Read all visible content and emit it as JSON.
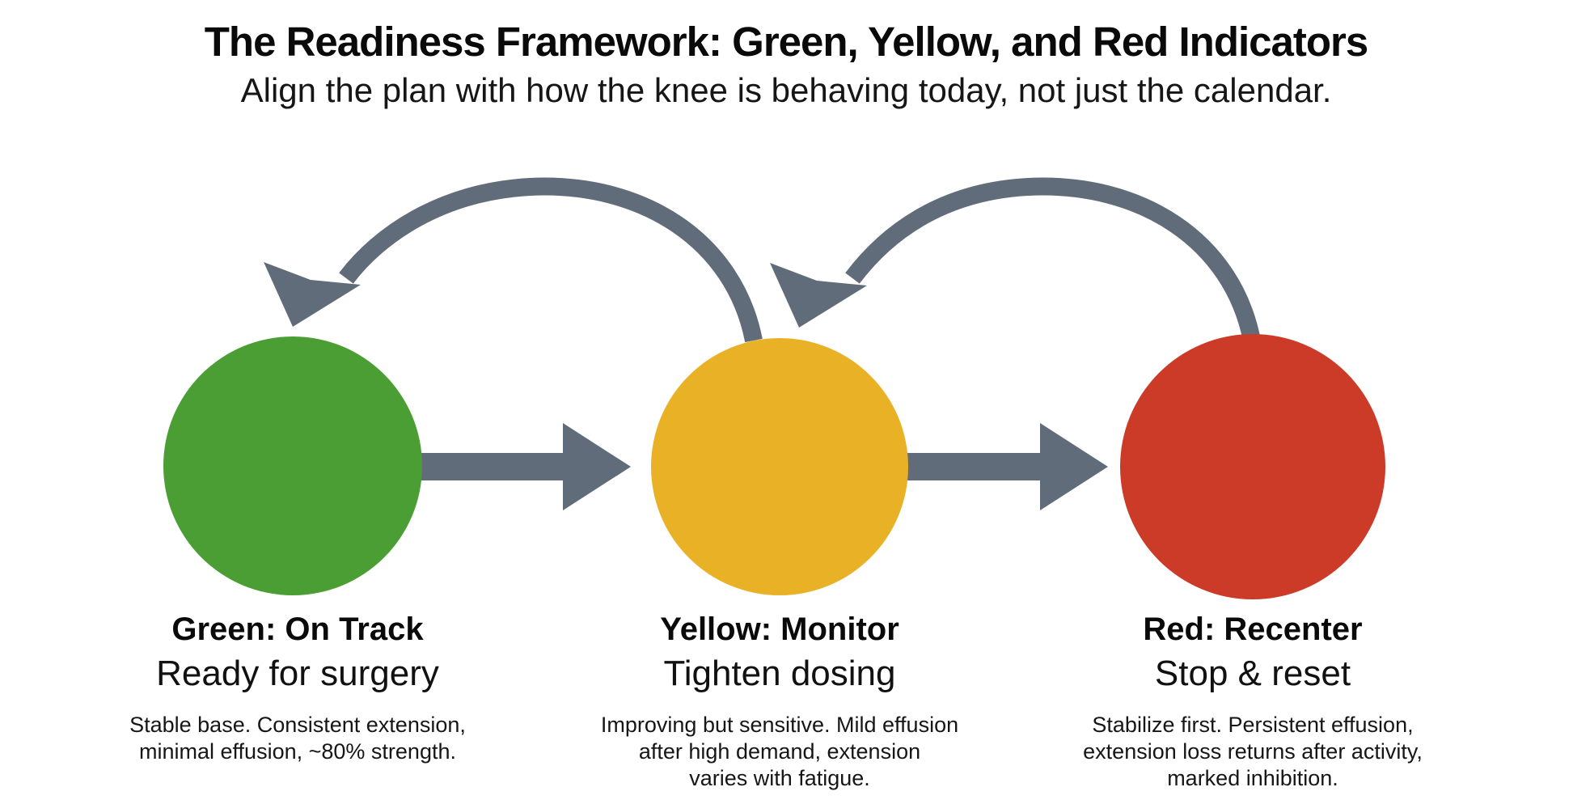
{
  "header": {
    "title": "The Readiness Framework: Green, Yellow, and Red Indicators",
    "subtitle": "Align the plan with how the knee is behaving today, not just the calendar."
  },
  "colors": {
    "green": "#4a9e33",
    "yellow": "#e9b125",
    "red": "#cb3b27",
    "arrow": "#616c7b"
  },
  "stages": [
    {
      "id": "green",
      "name": "Green: On Track",
      "action": "Ready for surgery",
      "description": "Stable base. Consistent extension,\nminimal effusion, ~80% strength."
    },
    {
      "id": "yellow",
      "name": "Yellow: Monitor",
      "action": "Tighten dosing",
      "description": "Improving but sensitive. Mild effusion\nafter high demand, extension\nvaries with fatigue."
    },
    {
      "id": "red",
      "name": "Red: Recenter",
      "action": "Stop & reset",
      "description": "Stabilize first. Persistent effusion,\nextension loss returns after activity,\nmarked inhibition."
    }
  ]
}
